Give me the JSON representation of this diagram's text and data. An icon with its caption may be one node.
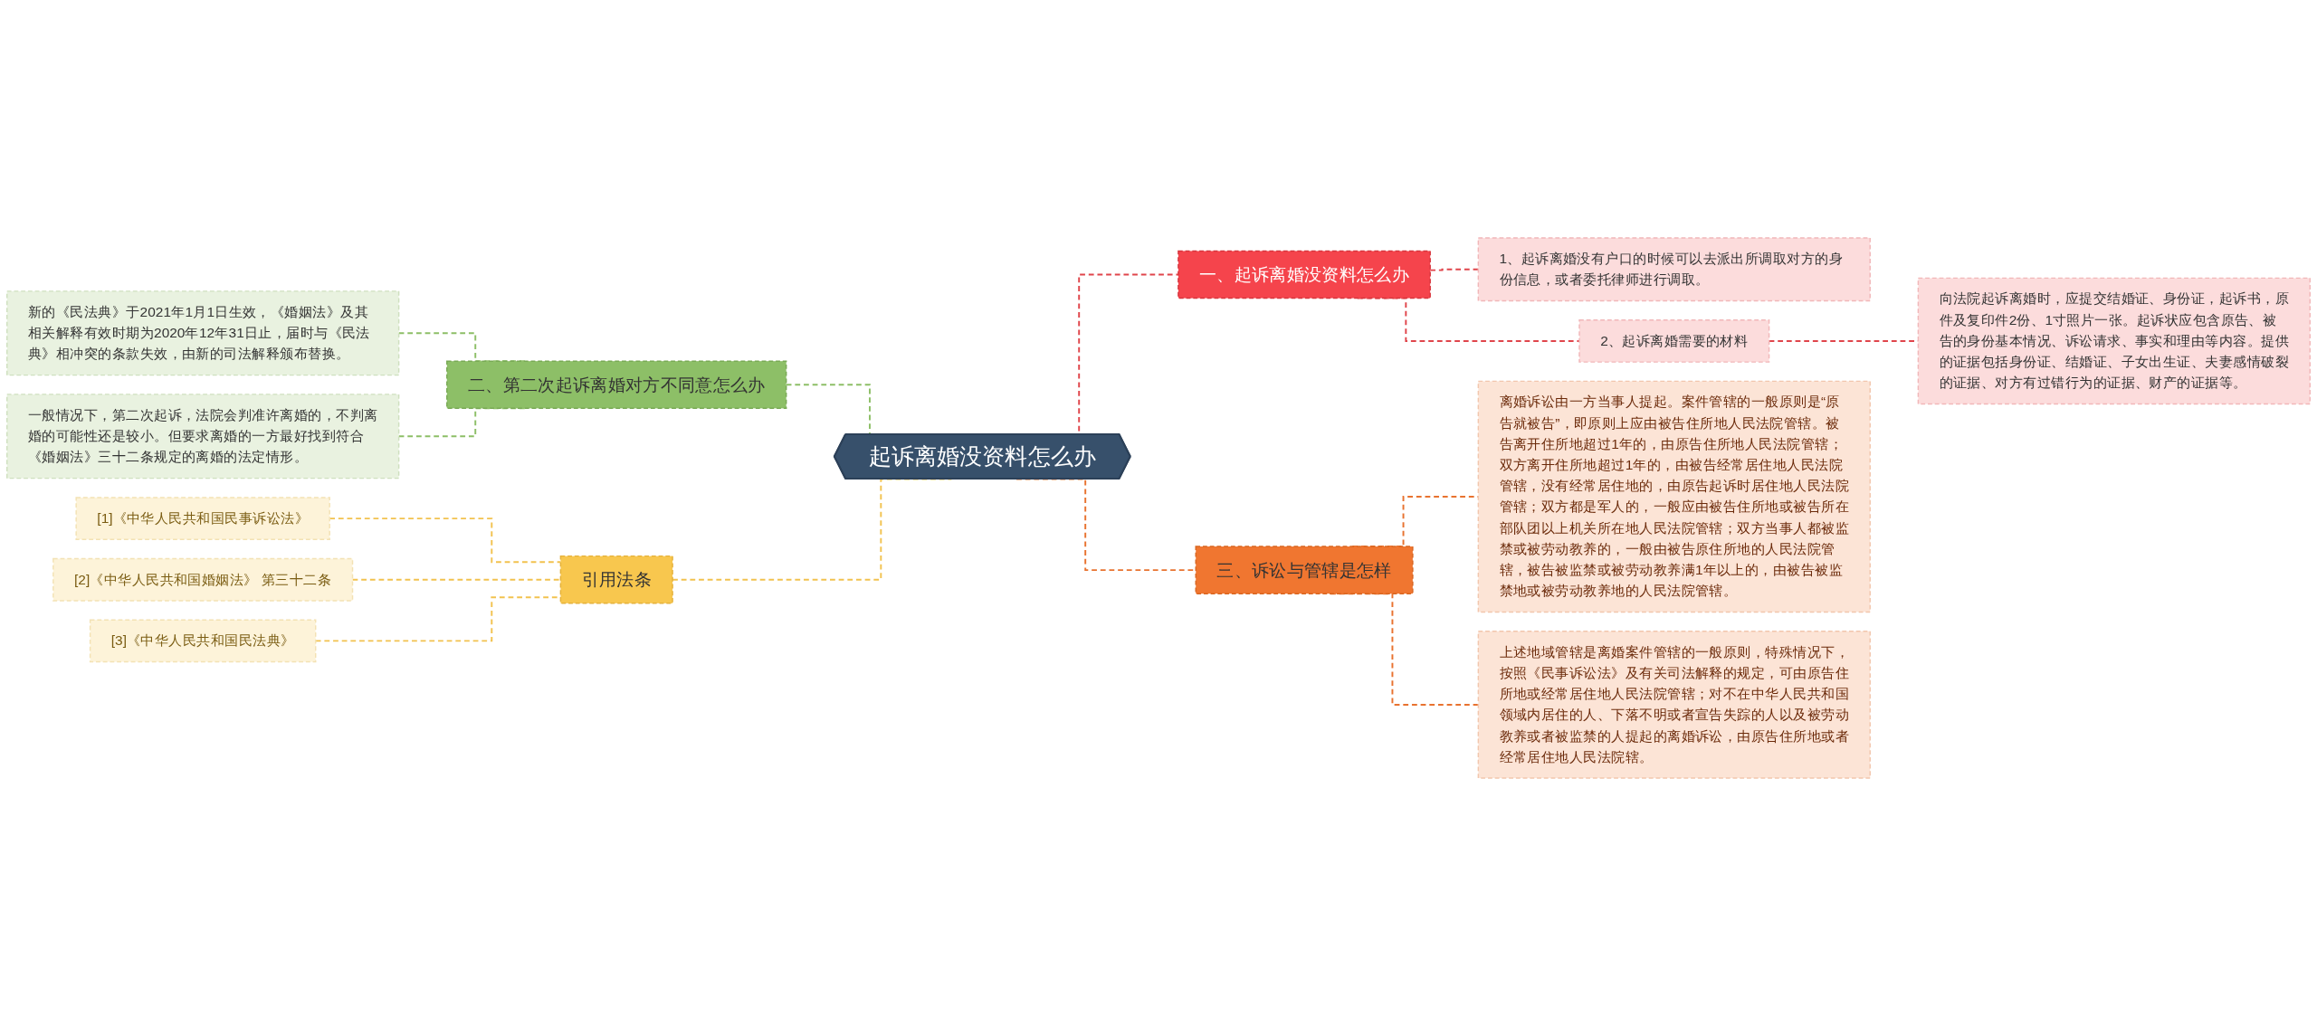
{
  "diagram": {
    "nodes": [
      {
        "text": [
          "起诉离婚没资料怎么办"
        ]
      },
      {
        "text": [
          "一、起诉离婚没资料怎么办"
        ]
      },
      {
        "text": [
          "1、起诉离婚没有户口的时候可以去派出所调取对方的身份信息，或者委托律师进行调取。"
        ]
      },
      {
        "text": [
          "2、起诉离婚需要的材料"
        ]
      },
      {
        "text": [
          "向法院起诉离婚时，应提交结婚证、身份证，起诉书，原件及复印件2份、1寸照片一张。起诉状应包含原告、被告的身份基本情况、诉讼请求、事实和理由等内容。提供的证据包括身份证、结婚证、子女出生证、夫妻感情破裂的证据、对方有过错行为的证据、财产的证据等。"
        ]
      },
      {
        "text": [
          "三、诉讼与管辖是怎样"
        ]
      },
      {
        "text": [
          "离婚诉讼由一方当事人提起。案件管辖的一般原则是“原告就被告”，即原则上应由被告住所地人民法院管辖。被告离开住所地超过1年的，由原告住所地人民法院管辖；双方离开住所地超过1年的，由被告经常居住地人民法院管辖，没有经常居住地的，由原告起诉时居住地人民法院管辖；双方都是军人的，一般应由被告住所地或被告所在部队团以上机关所在地人民法院管辖；双方当事人都被监禁或被劳动教养的，一般由被告原住所地的人民法院管辖，被告被监禁或被劳动教养满1年以上的，由被告被监禁地或被劳动教养地的人民法院管辖。"
        ]
      },
      {
        "text": [
          "上述地域管辖是离婚案件管辖的一般原则，特殊情况下，按照《民事诉讼法》及有关司法解释的规定，可由原告住所地或经常居住地人民法院管辖；对不在中华人民共和国领域内居住的人、下落不明或者宣告失踪的人以及被劳动教养或者被监禁的人提起的离婚诉讼，由原告住所地或者经常居住地人民法院辖。"
        ]
      },
      {
        "text": [
          "二、第二次起诉离婚对方不同意怎么办"
        ]
      },
      {
        "text": [
          "新的《民法典》于2021年1月1日生效，《婚姻法》及其相关解释有效时期为2020年12年31日止，届时与《民法典》相冲突的条款失效，由新的司法解释颁布替换。"
        ]
      },
      {
        "text": [
          "一般情况下，第二次起诉，法院会判准许离婚的，不判离婚的可能性还是较小。但要求离婚的一方最好找到符合《婚姻法》三十二条规定的离婚的法定情形。"
        ]
      },
      {
        "text": [
          "引用法条"
        ]
      },
      {
        "text": [
          "[1]《中华人民共和国民事诉讼法》"
        ]
      },
      {
        "text": [
          "[2]《中华人民共和国婚姻法》 第三十二条"
        ]
      },
      {
        "text": [
          "[3]《中华人民共和国民法典》"
        ]
      }
    ],
    "edges": [
      {
        "from": 0,
        "to": 1,
        "arrow": "none",
        "style": "dashed",
        "color": "#e0454b"
      },
      {
        "from": 1,
        "to": 2,
        "arrow": "none",
        "style": "dashed",
        "color": "#e0454b"
      },
      {
        "from": 1,
        "to": 3,
        "arrow": "none",
        "style": "dashed",
        "color": "#e0454b"
      },
      {
        "from": 3,
        "to": 4,
        "arrow": "none",
        "style": "dashed",
        "color": "#e0454b"
      },
      {
        "from": 0,
        "to": 5,
        "arrow": "none",
        "style": "dashed",
        "color": "#e8722f"
      },
      {
        "from": 5,
        "to": 6,
        "arrow": "none",
        "style": "dashed",
        "color": "#e8722f"
      },
      {
        "from": 5,
        "to": 7,
        "arrow": "none",
        "style": "dashed",
        "color": "#e8722f"
      },
      {
        "from": 8,
        "to": 0,
        "arrow": "none",
        "style": "dashed",
        "color": "#8dbf67"
      },
      {
        "from": 9,
        "to": 8,
        "arrow": "none",
        "style": "dashed",
        "color": "#8dbf67"
      },
      {
        "from": 10,
        "to": 8,
        "arrow": "none",
        "style": "dashed",
        "color": "#8dbf67"
      },
      {
        "from": 11,
        "to": 0,
        "arrow": "none",
        "style": "dashed",
        "color": "#f2c24f"
      },
      {
        "from": 12,
        "to": 11,
        "arrow": "none",
        "style": "dashed",
        "color": "#f2c24f"
      },
      {
        "from": 13,
        "to": 11,
        "arrow": "none",
        "style": "dashed",
        "color": "#f2c24f"
      },
      {
        "from": 14,
        "to": 11,
        "arrow": "none",
        "style": "dashed",
        "color": "#f2c24f"
      }
    ]
  }
}
